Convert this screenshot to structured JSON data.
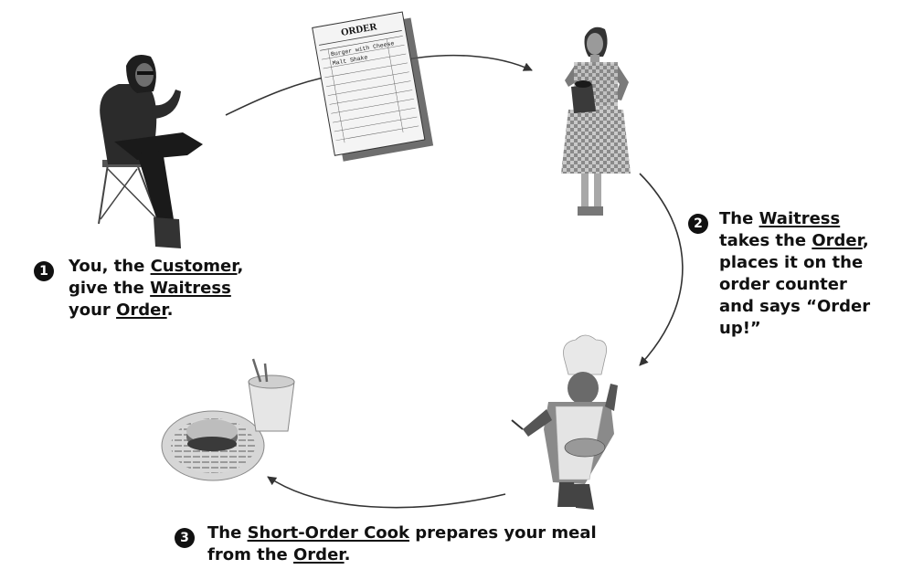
{
  "order_slip": {
    "title": "ORDER",
    "line_1": "Burger with Cheese",
    "line_2": "Malt Shake"
  },
  "step1": {
    "number": "1",
    "l1_a": "You, the ",
    "l1_u": "Customer",
    "l1_b": ",",
    "l2_a": "give the ",
    "l2_u": "Waitress",
    "l3_a": "your ",
    "l3_u": "Order",
    "l3_b": "."
  },
  "step2": {
    "number": "2",
    "l1_a": "The ",
    "l1_u": "Waitress",
    "l2_a": "takes the ",
    "l2_u": "Order",
    "l2_b": ",",
    "l3": "places it on the",
    "l4": "order counter",
    "l5": "and says “Order",
    "l6": "up!”"
  },
  "step3": {
    "number": "3",
    "l1_a": "The ",
    "l1_u": "Short-Order Cook",
    "l1_b": " prepares your meal",
    "l2_a": "from the ",
    "l2_u": "Order",
    "l2_b": "."
  },
  "colors": {
    "ink": "#111111",
    "figure": "#2b2b2b",
    "paper": "#f4f4f4",
    "shadow": "#555555"
  }
}
